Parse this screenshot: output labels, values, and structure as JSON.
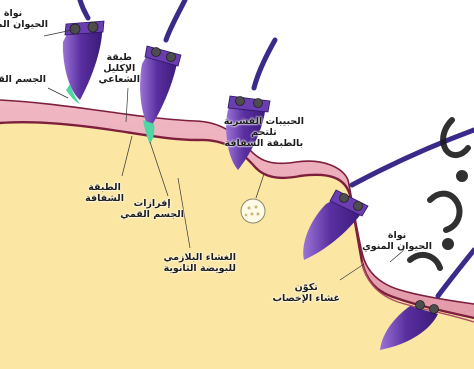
{
  "labels": {
    "sperm_nucleus_top": [
      "نواة",
      "الحيوان المنوي"
    ],
    "acrosome": [
      "الجسم القمي"
    ],
    "corona_radiata": [
      "طبقة",
      "الإكليل",
      "الشعاعي"
    ],
    "zona_pellucida": [
      "الطبقة",
      "الشفافة"
    ],
    "acrosome_secretions": [
      "إفرازات",
      "الجسم القمي"
    ],
    "plasma_membrane": [
      "الغشاء البلازمي",
      "للبويضة الثانوية"
    ],
    "cortical_granules": [
      "الحبيبات القشرية",
      "تلتحم",
      "بالطبقة الشفافة"
    ],
    "sperm_nucleus_right": [
      "نواة",
      "الحيوان المنوي"
    ],
    "fertilization_membrane": [
      "تكوّن",
      "غشاء الإخصاب"
    ]
  },
  "colors": {
    "cytoplasm": "#fbe7a3",
    "zona": "#e9a7b4",
    "membrane": "#7d1f3c",
    "sperm_head": "#5a2fa0",
    "sperm_head_light": "#9b74d6",
    "acrosome_tip": "#4fd6a2",
    "nucleus": "#4d4d4d",
    "watermark": "#1a1a1a"
  }
}
